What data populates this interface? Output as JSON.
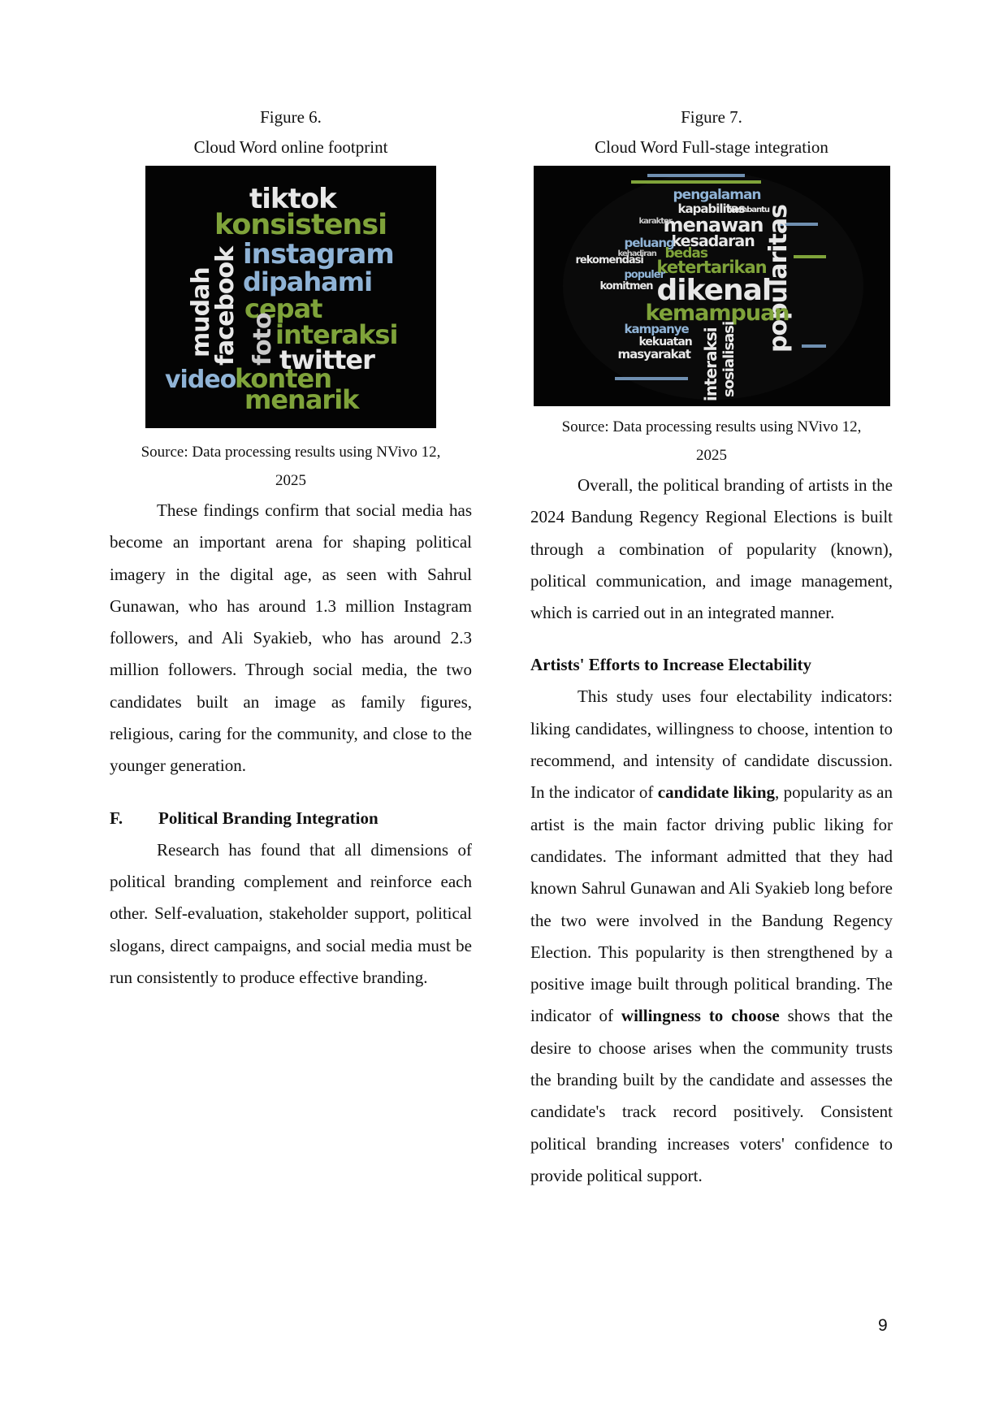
{
  "figure6": {
    "label": "Figure 6.",
    "title": "Cloud Word online footprint",
    "words": [
      "tiktok",
      "konsistensi",
      "instagram",
      "dipahami",
      "cepat",
      "interaksi",
      "twitter",
      "video",
      "konten",
      "menarik",
      "mudah",
      "facebook",
      "foto"
    ],
    "source_line1": "Source: Data processing results using NVivo 12,",
    "source_line2": "2025"
  },
  "figure7": {
    "label": "Figure 7.",
    "title": "Cloud Word Full-stage integration",
    "words": [
      "pengalaman",
      "kapabilitas",
      "menawan",
      "kesadaran",
      "peluang",
      "rekomendasi",
      "ketertarikan",
      "popularitas",
      "dikenal",
      "kemampuan",
      "kampanye",
      "kekuatan",
      "masyarakat",
      "komitmen",
      "interaksi",
      "sosialisasi",
      "populer",
      "bedas",
      "membantu",
      "karakter",
      "kehadiran"
    ],
    "source_line1": "Source: Data processing results using NVivo 12,",
    "source_line2": "2025"
  },
  "left": {
    "para1": "These findings confirm that social media has become an important arena for shaping political imagery in the digital age, as seen with Sahrul Gunawan, who has around 1.3 million Instagram followers, and Ali Syakieb, who has around 2.3 million followers. Through social media, the two candidates built an image as family figures, religious, caring for the community, and close to the younger generation.",
    "heading_num": "F.",
    "heading_text": "Political Branding Integration",
    "para2": "Research has found that all dimensions of political branding complement and reinforce each other. Self-evaluation, stakeholder support, political slogans, direct campaigns, and social media must be run consistently to produce effective branding."
  },
  "right": {
    "para1": "Overall, the political branding of artists in the 2024 Bandung Regency Regional Elections is built through a combination of popularity (known), political communication, and image management, which is carried out in an integrated manner.",
    "heading": "Artists' Efforts to Increase Electability",
    "para2_a": "This study uses four electability indicators: liking candidates, willingness to choose, intention to recommend, and intensity of candidate discussion. In the indicator of ",
    "para2_b": "candidate liking",
    "para2_c": ", popularity as an artist is the main factor driving public liking for candidates. The informant admitted that they had known Sahrul Gunawan and Ali Syakieb long before the two were involved in the Bandung Regency Election. This popularity is then strengthened by a positive image built through political branding. The indicator of ",
    "para2_d": "willingness to choose",
    "para2_e": " shows that the desire to choose arises when the community trusts the branding built by the candidate and assesses the candidate's track record positively. Consistent political branding increases voters' confidence to provide political support."
  },
  "page_number": "9"
}
